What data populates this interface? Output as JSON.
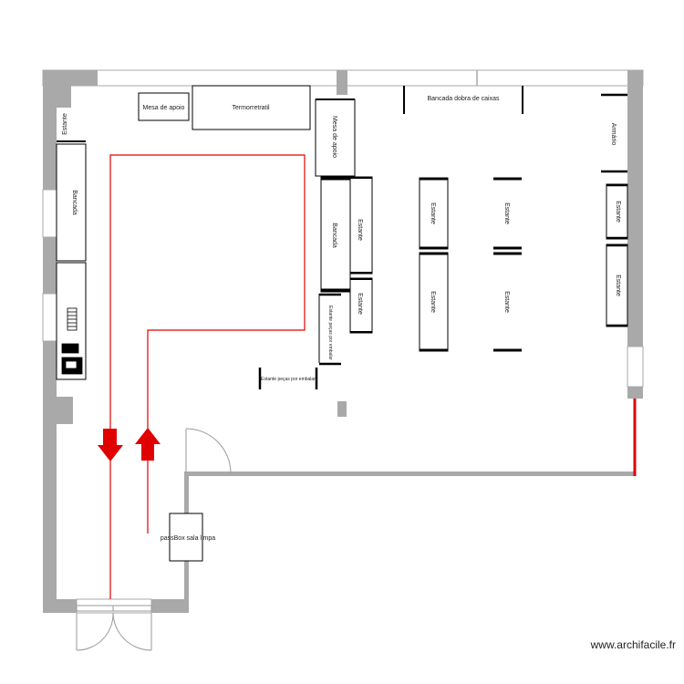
{
  "plan": {
    "labels": {
      "mesa_apoio_top": "Mesa de apoio",
      "termorretratil": "Termorretratil",
      "bancada_dobra": "Bancada dobra de caixas",
      "mesa_apoio_vertical": "Mesa de apoio",
      "armario": "Armário",
      "estante_left": "Estante",
      "bancada_left": "Bancada",
      "bancada_center": "Bancada",
      "estante_center_1": "Estante",
      "estante_center_2": "Estante",
      "estante_pecas_vertical": "Estante peças por embalar",
      "estante_pecas_horizontal": "Estante peças por embalar",
      "estante_row1_a": "Estante",
      "estante_row1_b": "Estante",
      "estante_row2_a": "Estante",
      "estante_row2_b": "Estante",
      "estante_right_1": "Estante",
      "estante_right_2": "Estante",
      "box_sala_limpa": "passBox sala limpa"
    },
    "watermark": "www.archifacile.fr",
    "colors": {
      "wall": "#a9a9a9",
      "furniture_stroke": "#000000",
      "flow": "#e00000",
      "door": "#999999"
    }
  }
}
